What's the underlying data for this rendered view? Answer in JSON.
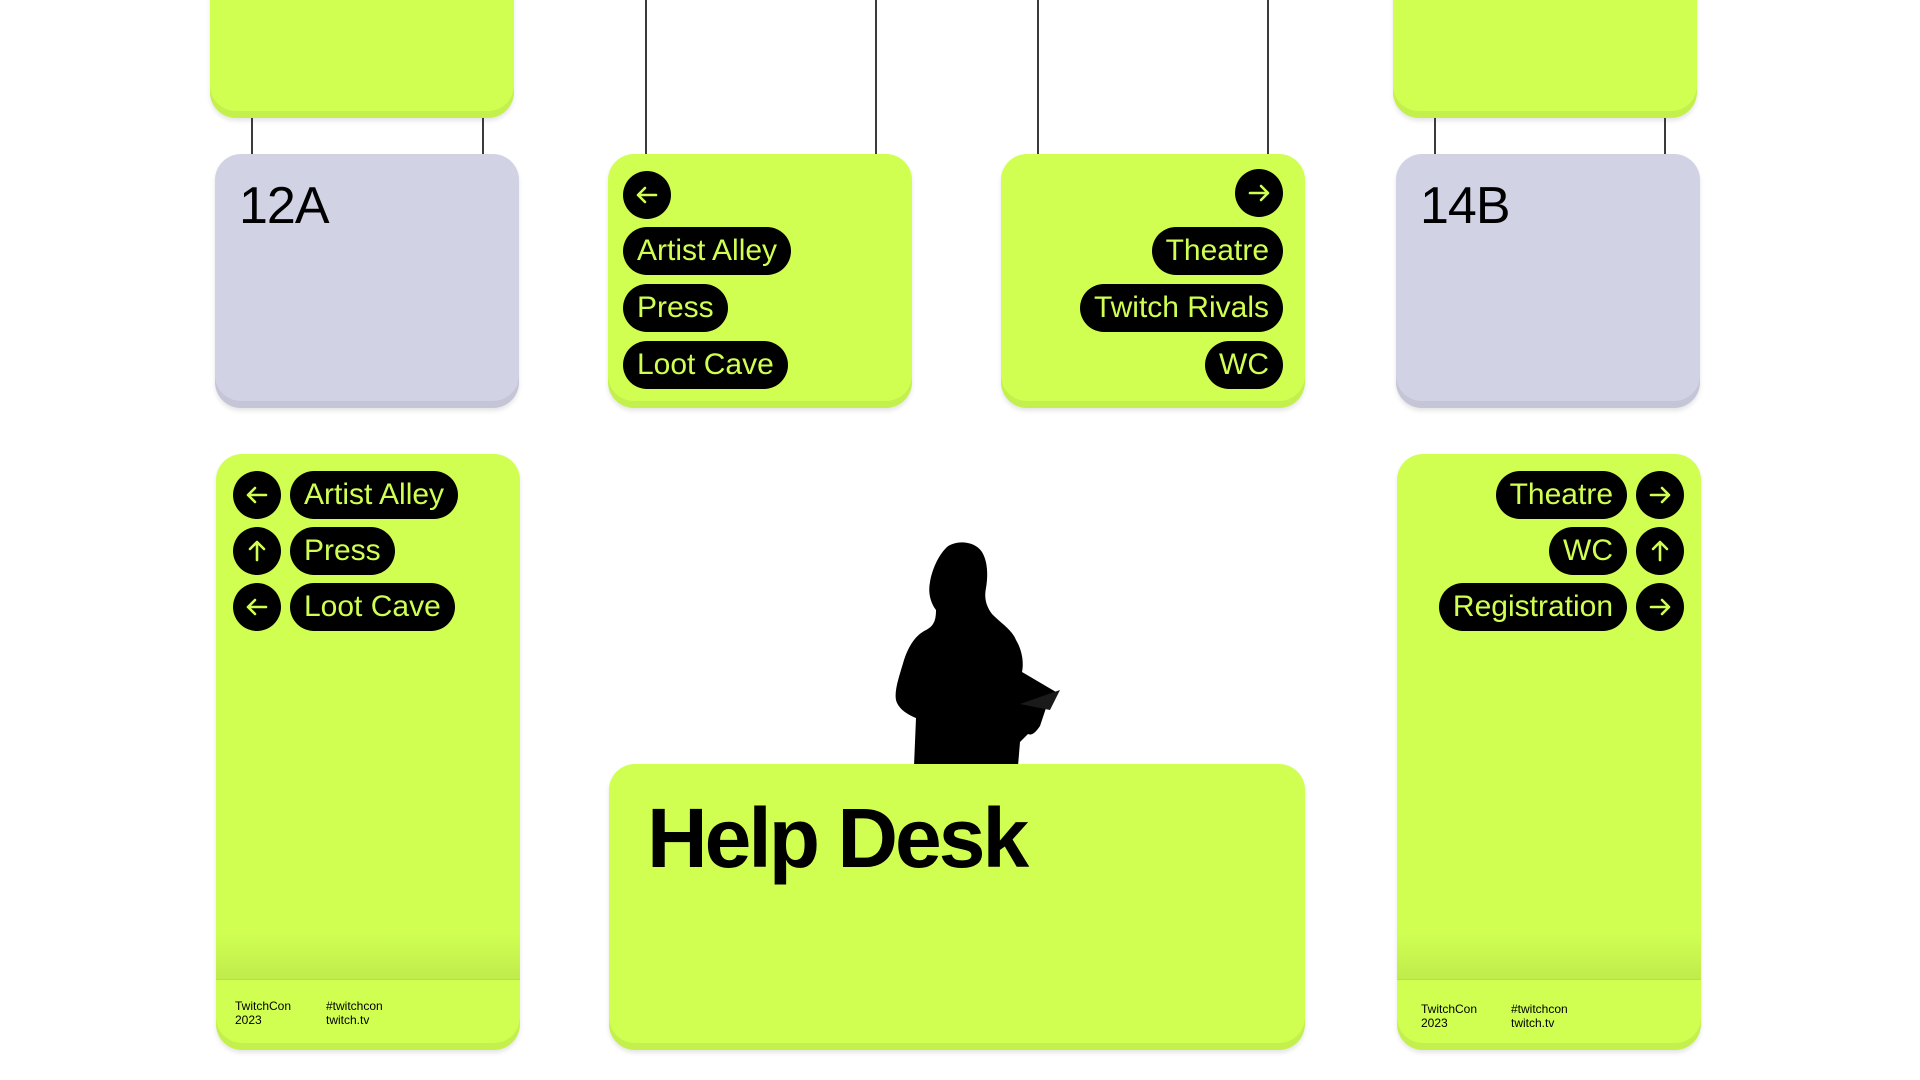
{
  "colors": {
    "lime": "#d0ff52",
    "lavender": "#d1d2e4",
    "black": "#000000"
  },
  "rooms": {
    "left": "12A",
    "right": "14B"
  },
  "sign_left_hanging": {
    "arrow": "arrow-left",
    "items": [
      "Artist Alley",
      "Press",
      "Loot Cave"
    ]
  },
  "sign_right_hanging": {
    "arrow": "arrow-right",
    "items": [
      "Theatre",
      "Twitch Rivals",
      "WC"
    ]
  },
  "pillar_left": {
    "items": [
      {
        "label": "Artist Alley",
        "arrow": "arrow-left"
      },
      {
        "label": "Press",
        "arrow": "arrow-up"
      },
      {
        "label": "Loot Cave",
        "arrow": "arrow-left"
      }
    ],
    "footer": {
      "event": "TwitchCon",
      "year": "2023",
      "hashtag": "#twitchcon",
      "site": "twitch.tv"
    }
  },
  "pillar_right": {
    "items": [
      {
        "label": "Theatre",
        "arrow": "arrow-right"
      },
      {
        "label": "WC",
        "arrow": "arrow-up"
      },
      {
        "label": "Registration",
        "arrow": "arrow-right"
      }
    ],
    "footer": {
      "event": "TwitchCon",
      "year": "2023",
      "hashtag": "#twitchcon",
      "site": "twitch.tv"
    }
  },
  "help_desk": {
    "title": "Help Desk"
  }
}
